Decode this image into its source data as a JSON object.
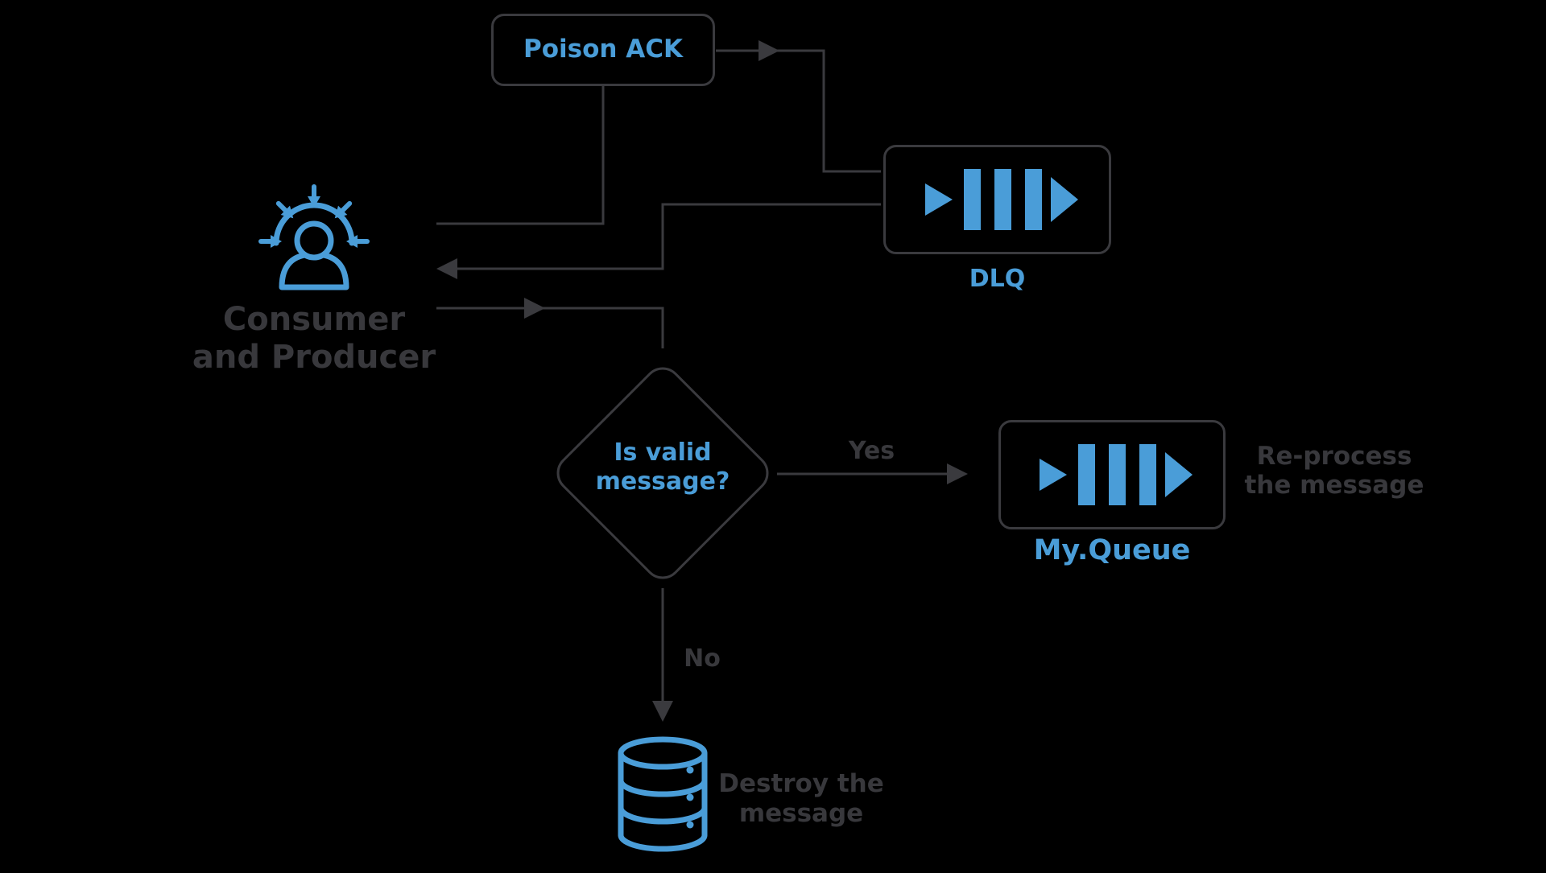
{
  "colors": {
    "accent": "#4a9dd8",
    "line": "#3a3a3e",
    "muted_text": "#38383c",
    "background": "#000000"
  },
  "nodes": {
    "poison_ack": {
      "label": "Poison ACK"
    },
    "dlq": {
      "label": "DLQ",
      "icon": "queue-icon"
    },
    "consumer": {
      "label_line1": "Consumer",
      "label_line2": "and Producer",
      "icon": "consumer-producer-icon"
    },
    "decision": {
      "label_line1": "Is valid",
      "label_line2": "message?"
    },
    "my_queue": {
      "label": "My.Queue",
      "icon": "queue-icon"
    },
    "database": {
      "icon": "database-icon"
    }
  },
  "edges": {
    "yes_label": "Yes",
    "no_label": "No"
  },
  "annotations": {
    "reprocess_line1": "Re-process",
    "reprocess_line2": "the message",
    "destroy_line1": "Destroy the",
    "destroy_line2": "message"
  }
}
